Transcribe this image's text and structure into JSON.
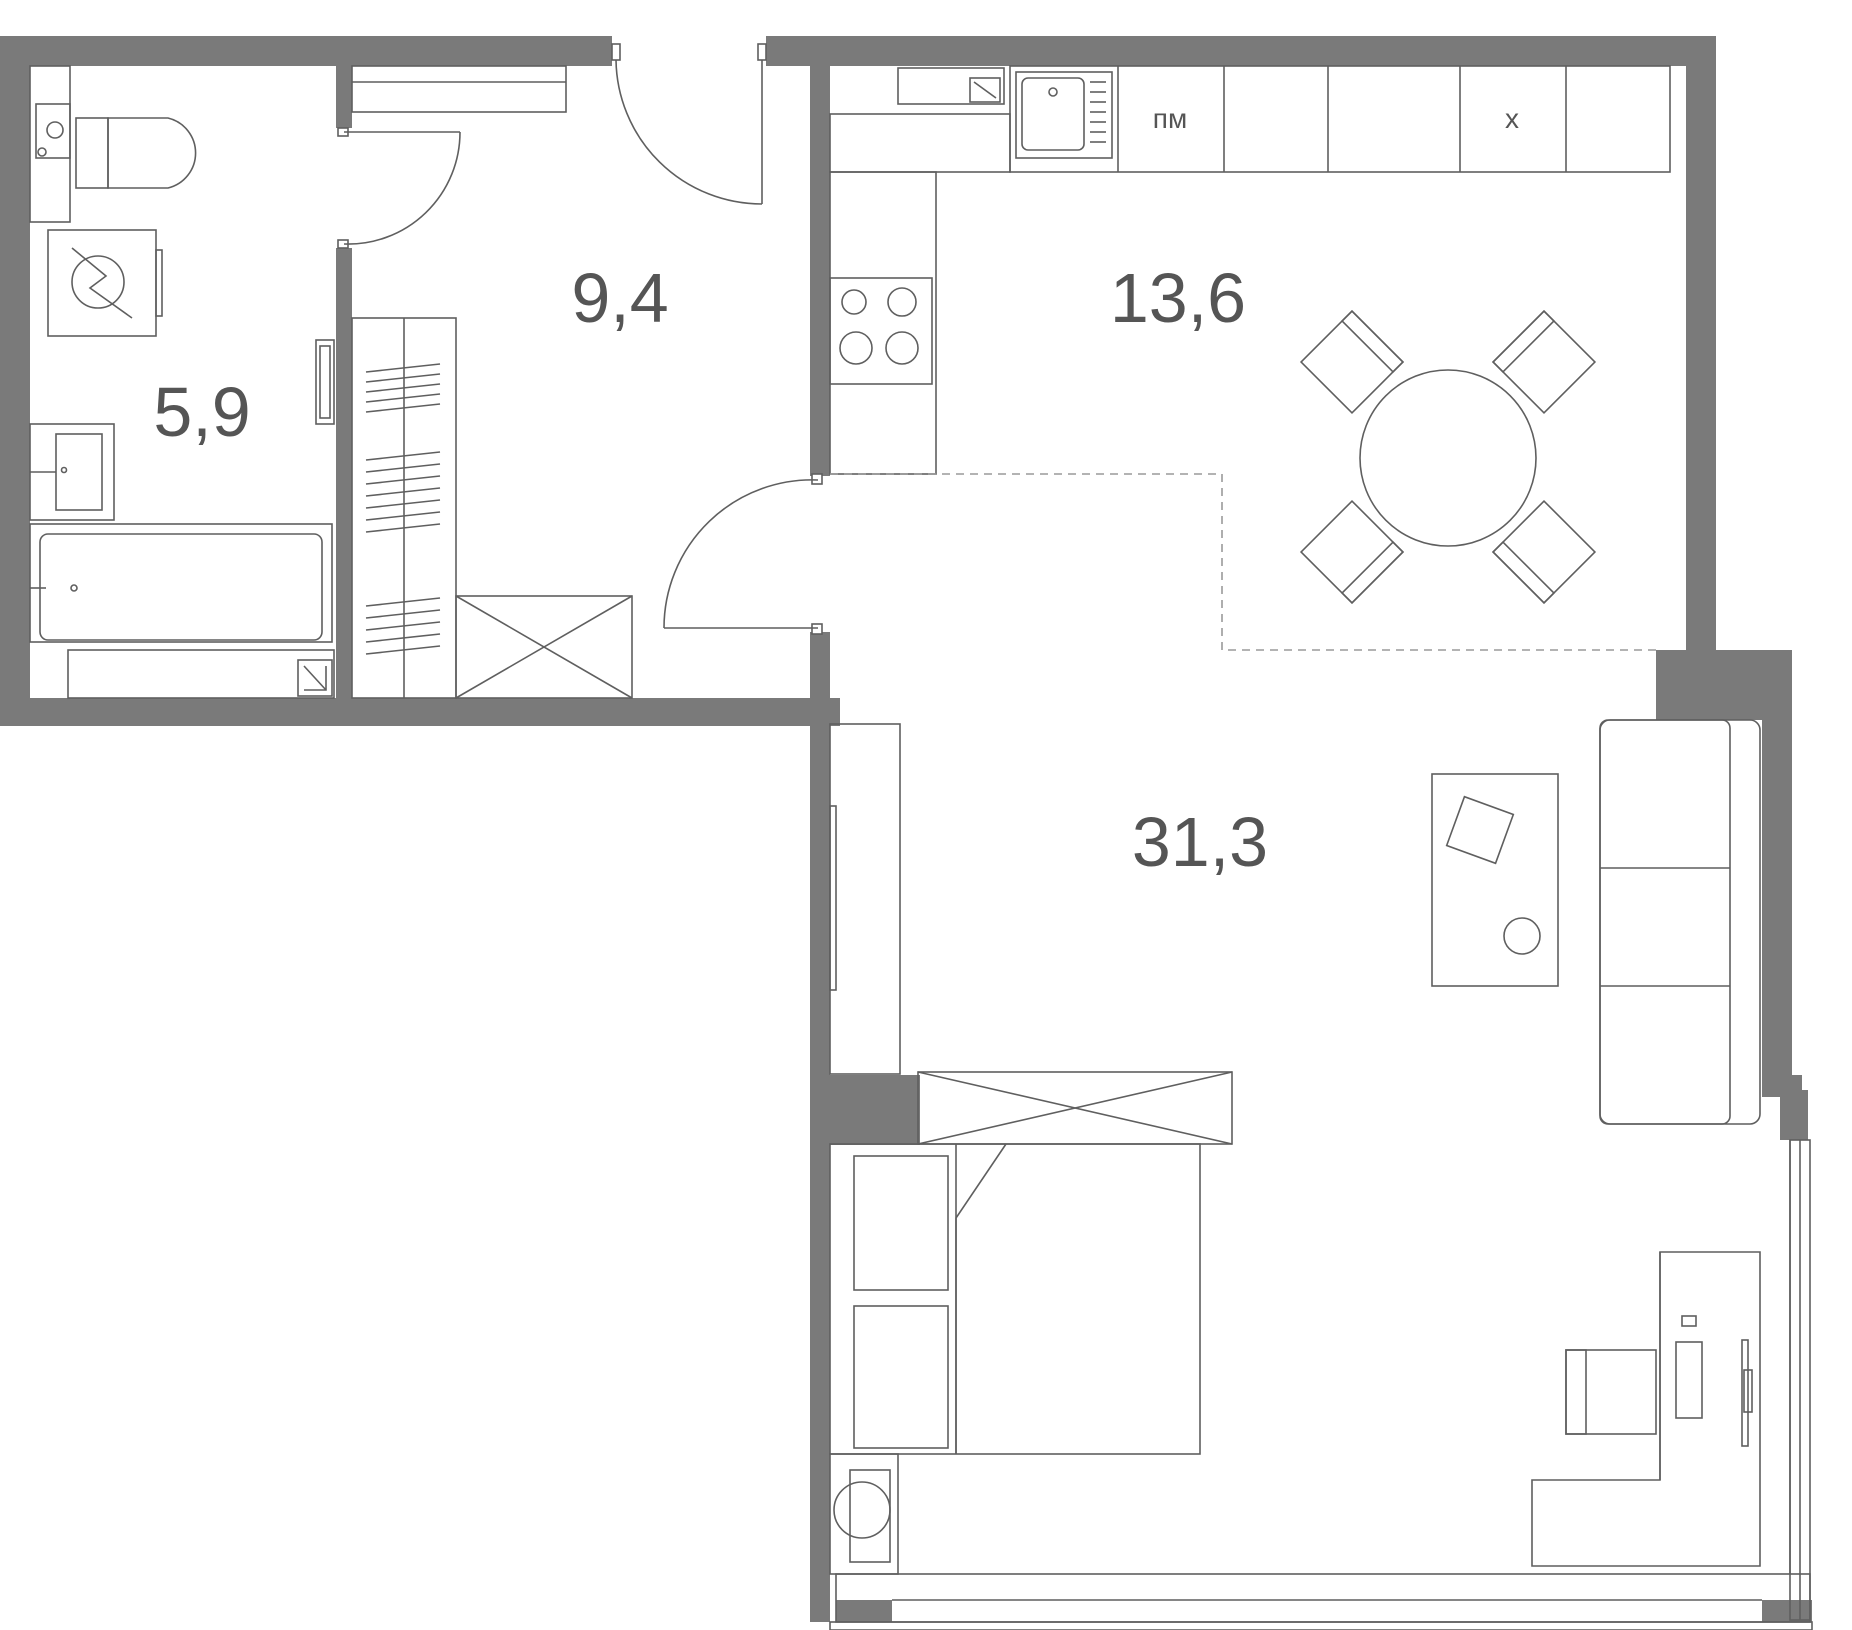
{
  "rooms": {
    "bathroom": {
      "area": "5,9"
    },
    "hallway": {
      "area": "9,4"
    },
    "kitchen": {
      "area": "13,6"
    },
    "living": {
      "area": "31,3"
    }
  },
  "kitchen_marks": {
    "dishwasher": "пм",
    "fridge": "х"
  },
  "colors": {
    "wall": "#7a7a7a",
    "line": "#5f5f5f",
    "text": "#555555",
    "background": "#ffffff"
  }
}
